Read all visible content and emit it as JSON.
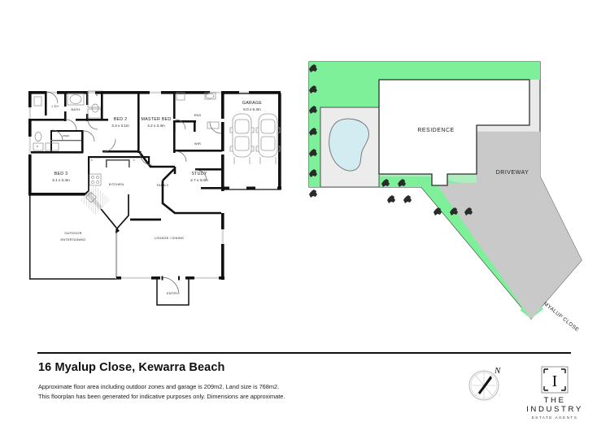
{
  "document": {
    "title": "16 Myalup Close, Kewarra Beach",
    "notes": [
      "Approximate floor area including outdoor zones and garage is 209m2. Land size is 768m2.",
      "This floorplan has been generated for indicative purposes only. Dimensions are approximate."
    ]
  },
  "floorplan": {
    "rooms": [
      {
        "name": "L'DY",
        "dim": ""
      },
      {
        "name": "BATH",
        "dim": ""
      },
      {
        "name": "LINEN",
        "dim": ""
      },
      {
        "name": "BED 2",
        "dim": "3.3 x 3.1m"
      },
      {
        "name": "MASTER BED",
        "dim": "4.2 x 3.4m"
      },
      {
        "name": "ENS",
        "dim": ""
      },
      {
        "name": "WIR",
        "dim": ""
      },
      {
        "name": "GARAGE",
        "dim": "6.0 x 6.3m"
      },
      {
        "name": "BED 3",
        "dim": "3.1 x 3.4m"
      },
      {
        "name": "KITCHEN",
        "dim": ""
      },
      {
        "name": "FAMILY",
        "dim": ""
      },
      {
        "name": "STUDY",
        "dim": "2.7 x 3.0m"
      },
      {
        "name": "OUTDOOR ENTERTAINING",
        "dim": ""
      },
      {
        "name": "LOUNGE / DINING",
        "dim": ""
      },
      {
        "name": "ENTRY",
        "dim": ""
      }
    ],
    "labels": {
      "laundry": "L'DY",
      "bath": "BATH",
      "linen": "LINEN",
      "bed2": "BED 2",
      "bed2_dim": "3.3 x 3.1m",
      "master": "MASTER BED",
      "master_dim": "4.2 x 3.4m",
      "ens": "ENS",
      "wir": "WIR",
      "garage": "GARAGE",
      "garage_dim": "6.0 x 6.3m",
      "bed3": "BED 3",
      "bed3_dim": "3.1 x 3.4m",
      "kitchen": "KITCHEN",
      "family": "FAMILY",
      "study": "STUDY",
      "study_dim": "2.7 x 3.0m",
      "outdoor_line1": "OUTDOOR",
      "outdoor_line2": "ENTERTAINING",
      "lounge": "LOUNGE / DINING",
      "entry": "ENTRY",
      "pantry": "P",
      "fridge": "F",
      "robe": "R",
      "dryer": "D"
    }
  },
  "siteplan": {
    "residence": "RESIDENCE",
    "driveway": "DRIVEWAY",
    "street": "MYALUP CLOSE",
    "colors": {
      "lawn": "#7ef09a",
      "paving": "#e8e8e8",
      "driveway": "#c9c9c9",
      "pool": "#d2ecf2",
      "shrub": "#2b2b2b",
      "outline": "#2f2f2f"
    }
  },
  "compass": {
    "north_label": "N"
  },
  "logo": {
    "monogram": "I",
    "brand": "THE INDUSTRY",
    "tagline": "ESTATE AGENTS"
  }
}
